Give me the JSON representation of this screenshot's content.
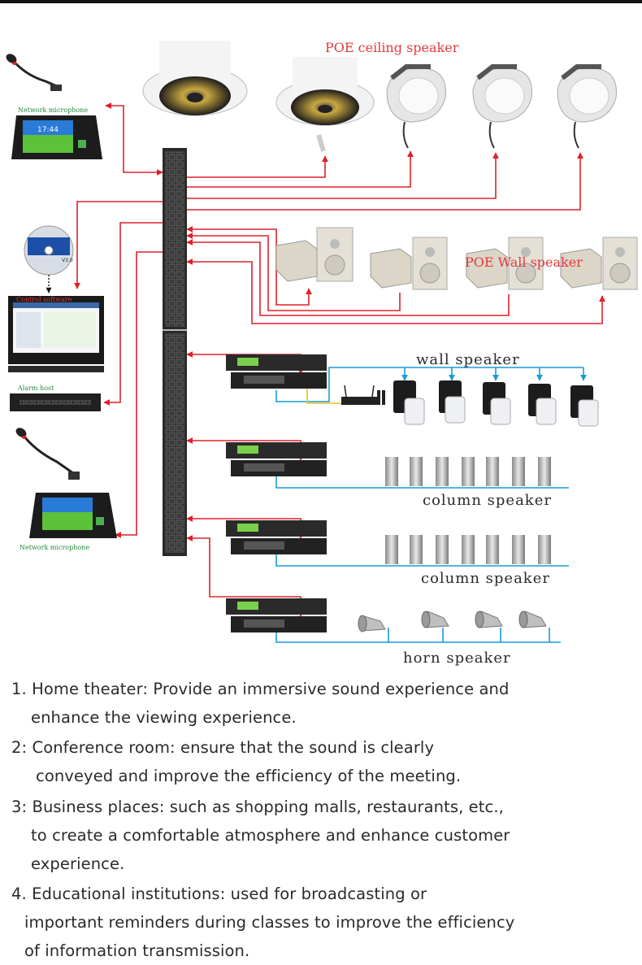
{
  "labels": {
    "poe_ceiling": "POE ceiling speaker",
    "network_mic_top": "Network microphone",
    "control_software": "Control software",
    "alarm_host": "Alarm host",
    "network_mic_bottom": "Network microphone",
    "poe_wall": "POE Wall speaker",
    "wall_speaker": "wall speaker",
    "column_speaker_1": "column speaker",
    "column_speaker_2": "column speaker",
    "horn_speaker": "horn speaker",
    "mic_screen_time": "17:44",
    "cd_version": "V3.0"
  },
  "colors": {
    "signal_red": "#e0202a",
    "audio_blue": "#1a9ad8",
    "label_red": "#e33a3a",
    "label_green": "#1f8a3a"
  },
  "use_cases": [
    [
      "1. Home theater: Provide an immersive sound experience and",
      "enhance the viewing experience."
    ],
    [
      "2: Conference room: ensure that the sound is clearly",
      "conveyed and improve the efficiency of the meeting."
    ],
    [
      "3: Business places: such as shopping malls, restaurants, etc.,",
      "to create a comfortable atmosphere and enhance customer",
      "experience."
    ],
    [
      "4. Educational institutions: used for broadcasting or",
      "important reminders during classes to improve the efficiency",
      "of information transmission."
    ]
  ]
}
